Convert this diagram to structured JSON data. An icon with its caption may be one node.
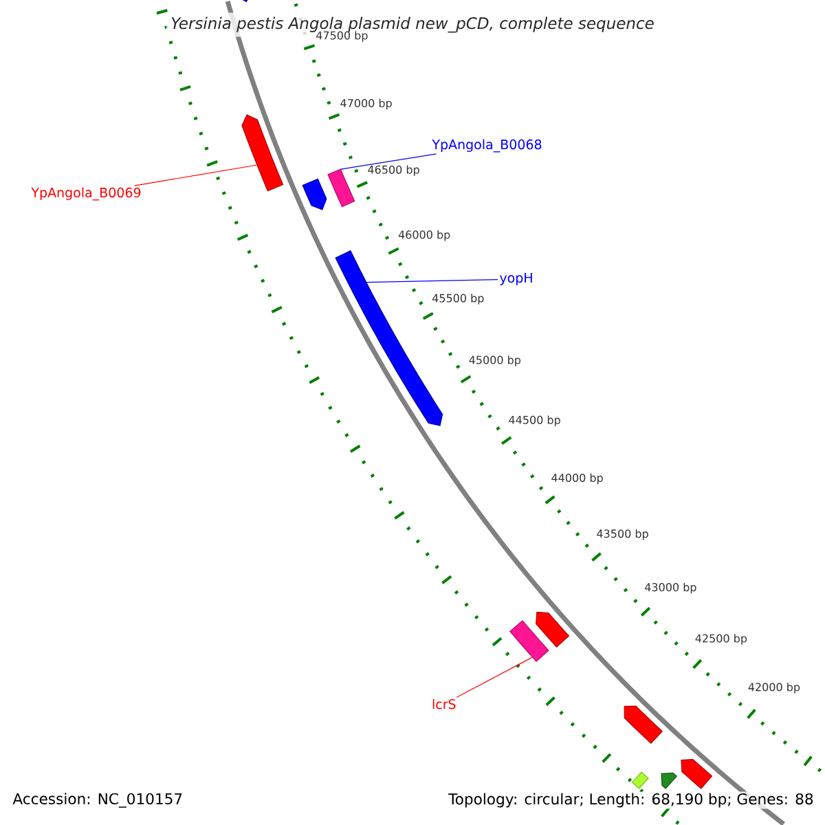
{
  "diagram": {
    "title": "*Yersinia pestis* Angola plasmid new_pCD, complete sequence",
    "nodes": [
      {
        "text": [],
        "shape": "arrow"
      },
      {
        "text": [
          "YpAngola_B0068"
        ]
      },
      {
        "text": [],
        "shape": "arrow"
      },
      {
        "text": [],
        "shape": "bar"
      },
      {
        "text": [
          "YpAngola_B0069"
        ]
      },
      {
        "text": [],
        "shape": "arrow"
      },
      {
        "text": [
          "yopH"
        ]
      },
      {
        "text": [],
        "shape": "arrow"
      },
      {
        "text": [],
        "shape": "arrow"
      },
      {
        "text": [],
        "shape": "bar"
      },
      {
        "text": [
          "lcrS"
        ]
      },
      {
        "text": [],
        "shape": "arrow"
      },
      {
        "text": [],
        "shape": "arrow"
      },
      {
        "text": [],
        "shape": "arrow"
      },
      {
        "text": [],
        "shape": "bar"
      }
    ],
    "edges": [
      {
        "from": 1,
        "to": 3,
        "arrow": "none",
        "color": "#0000ff"
      },
      {
        "from": 4,
        "to": 2,
        "arrow": "none",
        "color": "#ff0000"
      },
      {
        "from": 6,
        "to": 7,
        "arrow": "none",
        "color": "#0000ff"
      },
      {
        "from": 10,
        "to": 9,
        "arrow": "none",
        "color": "#ff0000"
      }
    ],
    "labels": [
      "47500 bp",
      "47000 bp",
      "46500 bp",
      "46000 bp",
      "45500 bp",
      "45000 bp",
      "44500 bp",
      "44000 bp",
      "43500 bp",
      "43000 bp",
      "42500 bp",
      "42000 bp",
      "Accession: NC_010157",
      "Topology: circular; Length: 68,190 bp; Genes: 88"
    ]
  }
}
